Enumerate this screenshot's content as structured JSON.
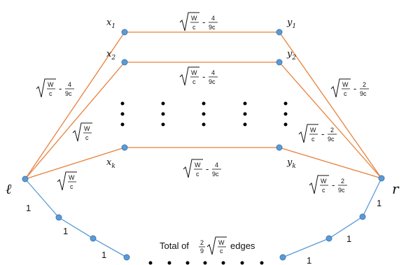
{
  "nodes": {
    "left_terminal": "ℓ",
    "right_terminal": "r",
    "x": [
      {
        "base": "x",
        "sub": "1"
      },
      {
        "base": "x",
        "sub": "2"
      },
      {
        "base": "x",
        "sub": "k"
      }
    ],
    "y": [
      {
        "base": "y",
        "sub": "1"
      },
      {
        "base": "y",
        "sub": "2"
      },
      {
        "base": "y",
        "sub": "k"
      }
    ]
  },
  "edge_weights": {
    "radicand_num": "W",
    "radicand_den": "c",
    "minus": "-",
    "four_num": "4",
    "two_num": "2",
    "frac_den": "9c",
    "unit_weight": "1"
  },
  "caption": {
    "prefix": "Total of",
    "frac_num": "2",
    "frac_den": "9",
    "radicand_num": "W",
    "radicand_den": "c",
    "suffix": "edges"
  },
  "colors": {
    "orange_edges": "#E8803A",
    "blue_edges": "#5B9BD5",
    "nodes": "#5B9BD5"
  }
}
